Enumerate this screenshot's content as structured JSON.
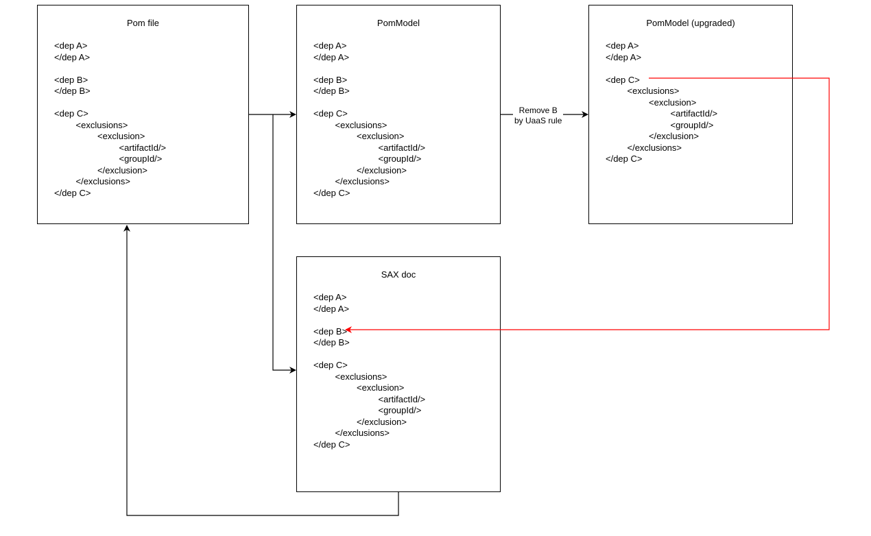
{
  "boxes": {
    "pom_file": {
      "title": "Pom file",
      "lines": [
        {
          "indent": 0,
          "text": "<dep A>"
        },
        {
          "indent": 0,
          "text": "</dep A>"
        },
        {
          "indent": -1,
          "text": ""
        },
        {
          "indent": 0,
          "text": "<dep B>"
        },
        {
          "indent": 0,
          "text": "</dep B>"
        },
        {
          "indent": -1,
          "text": ""
        },
        {
          "indent": 0,
          "text": "<dep C>"
        },
        {
          "indent": 1,
          "text": "<exclusions>"
        },
        {
          "indent": 2,
          "text": "<exclusion>"
        },
        {
          "indent": 3,
          "text": "<artifactId/>"
        },
        {
          "indent": 3,
          "text": "<groupId/>"
        },
        {
          "indent": 2,
          "text": "</exclusion>"
        },
        {
          "indent": 1,
          "text": "</exclusions>"
        },
        {
          "indent": 0,
          "text": "</dep C>"
        }
      ]
    },
    "pom_model": {
      "title": "PomModel",
      "lines": [
        {
          "indent": 0,
          "text": "<dep A>"
        },
        {
          "indent": 0,
          "text": "</dep A>"
        },
        {
          "indent": -1,
          "text": ""
        },
        {
          "indent": 0,
          "text": "<dep B>"
        },
        {
          "indent": 0,
          "text": "</dep B>"
        },
        {
          "indent": -1,
          "text": ""
        },
        {
          "indent": 0,
          "text": "<dep C>"
        },
        {
          "indent": 1,
          "text": "<exclusions>"
        },
        {
          "indent": 2,
          "text": "<exclusion>"
        },
        {
          "indent": 3,
          "text": "<artifactId/>"
        },
        {
          "indent": 3,
          "text": "<groupId/>"
        },
        {
          "indent": 2,
          "text": "</exclusion>"
        },
        {
          "indent": 1,
          "text": "</exclusions>"
        },
        {
          "indent": 0,
          "text": "</dep C>"
        }
      ]
    },
    "pom_model_upgraded": {
      "title": "PomModel (upgraded)",
      "lines": [
        {
          "indent": 0,
          "text": "<dep A>"
        },
        {
          "indent": 0,
          "text": "</dep A>"
        },
        {
          "indent": -1,
          "text": ""
        },
        {
          "indent": 0,
          "text": "<dep C>"
        },
        {
          "indent": 1,
          "text": "<exclusions>"
        },
        {
          "indent": 2,
          "text": "<exclusion>"
        },
        {
          "indent": 3,
          "text": "<artifactId/>"
        },
        {
          "indent": 3,
          "text": "<groupId/>"
        },
        {
          "indent": 2,
          "text": "</exclusion>"
        },
        {
          "indent": 1,
          "text": "</exclusions>"
        },
        {
          "indent": 0,
          "text": "</dep C>"
        }
      ]
    },
    "sax_doc": {
      "title": "SAX doc",
      "lines": [
        {
          "indent": 0,
          "text": "<dep A>"
        },
        {
          "indent": 0,
          "text": "</dep A>"
        },
        {
          "indent": -1,
          "text": ""
        },
        {
          "indent": 0,
          "text": "<dep B>"
        },
        {
          "indent": 0,
          "text": "</dep B>"
        },
        {
          "indent": -1,
          "text": ""
        },
        {
          "indent": 0,
          "text": "<dep C>"
        },
        {
          "indent": 1,
          "text": "<exclusions>"
        },
        {
          "indent": 2,
          "text": "<exclusion>"
        },
        {
          "indent": 3,
          "text": "<artifactId/>"
        },
        {
          "indent": 3,
          "text": "<groupId/>"
        },
        {
          "indent": 2,
          "text": "</exclusion>"
        },
        {
          "indent": 1,
          "text": "</exclusions>"
        },
        {
          "indent": 0,
          "text": "</dep C>"
        }
      ]
    }
  },
  "edges": {
    "remove_b": {
      "line1": "Remove B",
      "line2": "by UaaS rule"
    }
  },
  "colors": {
    "line": "#000000",
    "highlight": "#ff0000"
  }
}
